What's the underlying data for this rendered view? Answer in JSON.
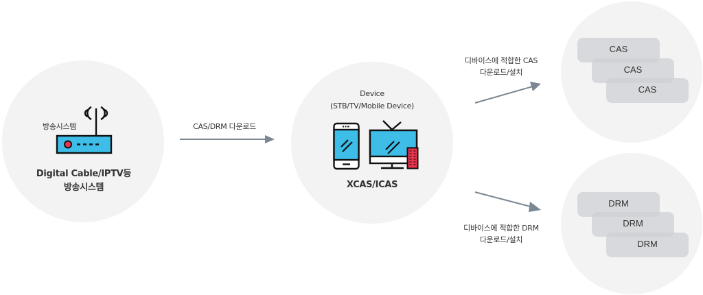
{
  "source": {
    "label": "방송시스템",
    "title_line1": "Digital Cable/IPTV등",
    "title_line2": "방송시스템",
    "icon": "router-antenna-icon"
  },
  "arrow_main": {
    "label": "CAS/DRM 다운로드"
  },
  "device": {
    "title": "Device",
    "subtitle": "(STB/TV/Mobile Device)",
    "name": "XCAS/ICAS",
    "icons": [
      "smartphone-icon",
      "tv-icon",
      "remote-icon"
    ]
  },
  "cas_branch": {
    "label_line1": "디바이스에 적합한 CAS",
    "label_line2": "다운로드/설치",
    "items": [
      "CAS",
      "CAS",
      "CAS"
    ]
  },
  "drm_branch": {
    "label_line1": "디바이스에 적합한 DRM",
    "label_line2": "다운로드/설치",
    "items": [
      "DRM",
      "DRM",
      "DRM"
    ]
  },
  "colors": {
    "screen_blue": "#3dbde8",
    "accent_red": "#e8344e",
    "arrow_gray": "#7b8793",
    "circle_bg": "#f3f3f3"
  }
}
